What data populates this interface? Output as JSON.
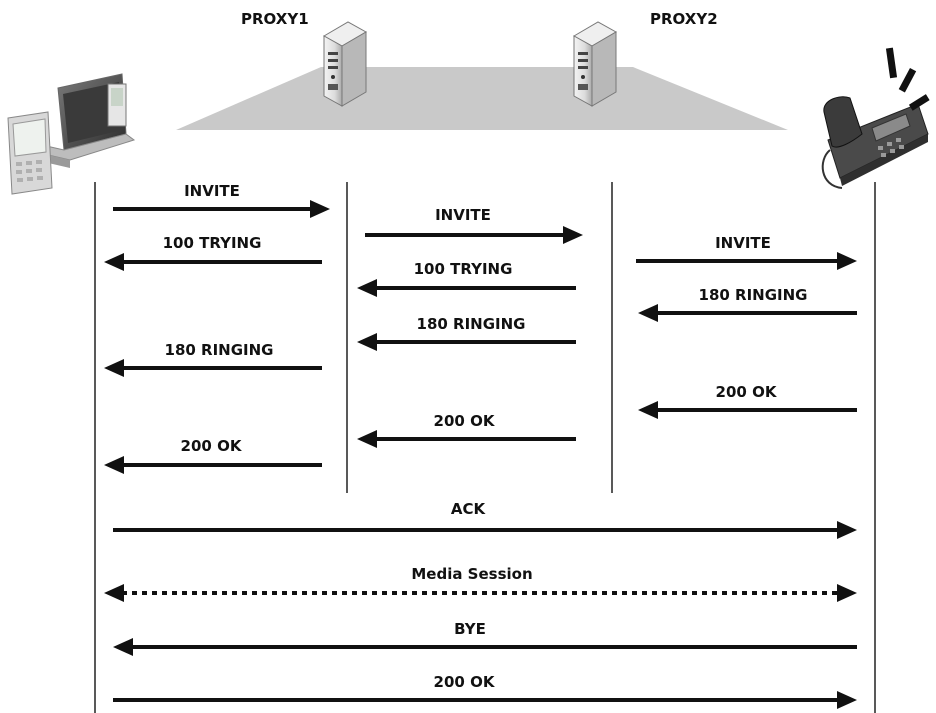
{
  "proxies": {
    "proxy1": {
      "label": "PROXY1"
    },
    "proxy2": {
      "label": "PROXY2"
    }
  },
  "icons": {
    "caller": "laptop-pda-icon",
    "proxy1": "server-tower-icon",
    "proxy2": "server-tower-icon",
    "callee": "ringing-desk-phone-icon"
  },
  "colors": {
    "arrow": "#111111",
    "lifeline": "#222222",
    "proxy_band": "#c9c9c9"
  },
  "messages": [
    {
      "id": "invite-1",
      "label": "INVITE",
      "from": "caller",
      "to": "proxy1",
      "style": "solid"
    },
    {
      "id": "trying-1",
      "label": "100 TRYING",
      "from": "proxy1",
      "to": "caller",
      "style": "solid"
    },
    {
      "id": "invite-2",
      "label": "INVITE",
      "from": "proxy1",
      "to": "proxy2",
      "style": "solid"
    },
    {
      "id": "trying-2",
      "label": "100 TRYING",
      "from": "proxy2",
      "to": "proxy1",
      "style": "solid"
    },
    {
      "id": "invite-3",
      "label": "INVITE",
      "from": "proxy2",
      "to": "callee",
      "style": "solid"
    },
    {
      "id": "ringing-3",
      "label": "180 RINGING",
      "from": "callee",
      "to": "proxy2",
      "style": "solid"
    },
    {
      "id": "ringing-2",
      "label": "180 RINGING",
      "from": "proxy2",
      "to": "proxy1",
      "style": "solid"
    },
    {
      "id": "ringing-1",
      "label": "180 RINGING",
      "from": "proxy1",
      "to": "caller",
      "style": "solid"
    },
    {
      "id": "ok-3",
      "label": "200 OK",
      "from": "callee",
      "to": "proxy2",
      "style": "solid"
    },
    {
      "id": "ok-2",
      "label": "200 OK",
      "from": "proxy2",
      "to": "proxy1",
      "style": "solid"
    },
    {
      "id": "ok-1",
      "label": "200 OK",
      "from": "proxy1",
      "to": "caller",
      "style": "solid"
    },
    {
      "id": "ack",
      "label": "ACK",
      "from": "caller",
      "to": "callee",
      "style": "solid"
    },
    {
      "id": "media",
      "label": "Media Session",
      "from": "caller",
      "to": "callee",
      "style": "dotted-bidirectional"
    },
    {
      "id": "bye",
      "label": "BYE",
      "from": "callee",
      "to": "caller",
      "style": "solid"
    },
    {
      "id": "ok-final",
      "label": "200 OK",
      "from": "caller",
      "to": "callee",
      "style": "solid"
    }
  ]
}
